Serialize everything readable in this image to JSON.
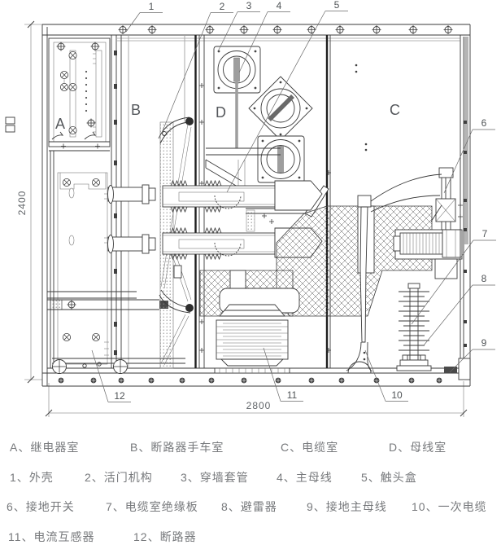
{
  "drawing": {
    "dims": {
      "height": "2400",
      "width": "2800"
    },
    "chambers": {
      "a": "A",
      "b": "B",
      "c": "C",
      "d": "D"
    },
    "callouts": [
      {
        "label": "1"
      },
      {
        "label": "2"
      },
      {
        "label": "3"
      },
      {
        "label": "4"
      },
      {
        "label": "5"
      },
      {
        "label": "6"
      },
      {
        "label": "7"
      },
      {
        "label": "8"
      },
      {
        "label": "9"
      },
      {
        "label": "10"
      },
      {
        "label": "11"
      },
      {
        "label": "12"
      }
    ]
  },
  "legend": {
    "chambers": [
      {
        "label": "A、继电器室"
      },
      {
        "label": "B、断路器手车室"
      },
      {
        "label": "C、电缆室"
      },
      {
        "label": "D、母线室"
      }
    ],
    "parts": [
      {
        "label": "1、外壳"
      },
      {
        "label": "2、活门机构"
      },
      {
        "label": "3、穿墙套管"
      },
      {
        "label": "4、主母线"
      },
      {
        "label": "5、触头盒"
      },
      {
        "label": "6、接地开关"
      },
      {
        "label": "7、电缆室绝缘板"
      },
      {
        "label": "8、避雷器"
      },
      {
        "label": "9、接地主母线"
      },
      {
        "label": "10、一次电缆"
      },
      {
        "label": "11、电流互感器"
      },
      {
        "label": "12、断路器"
      }
    ]
  },
  "colors": {
    "line": "#3a3a3a",
    "legend_text": "#77797c",
    "gray_panel": "#b5b5b5"
  }
}
